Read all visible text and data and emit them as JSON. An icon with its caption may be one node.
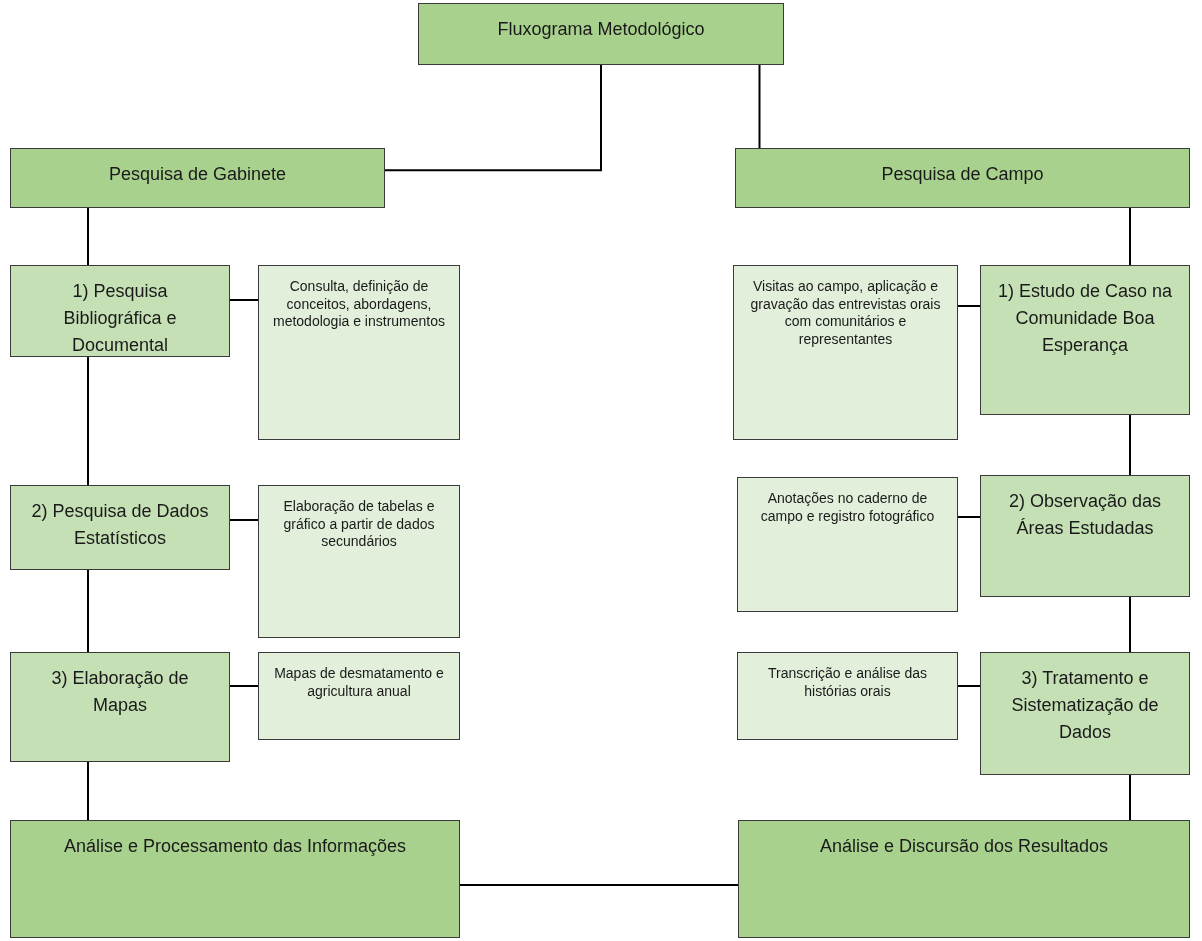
{
  "diagram": {
    "nodes": [
      {
        "text": [
          "Fluxograma Metodológico"
        ]
      },
      {
        "text": [
          "Pesquisa de Gabinete"
        ]
      },
      {
        "text": [
          "Pesquisa de Campo"
        ]
      },
      {
        "text": [
          "1) Pesquisa Bibliográfica e Documental"
        ]
      },
      {
        "text": [
          "Consulta, definição de conceitos, abordagens, metodologia e instrumentos"
        ]
      },
      {
        "text": [
          "Visitas ao campo, aplicação e gravação das entrevistas orais com comunitários e representantes"
        ]
      },
      {
        "text": [
          "1) Estudo de Caso na Comunidade Boa Esperança"
        ]
      },
      {
        "text": [
          "2) Pesquisa de Dados Estatísticos"
        ]
      },
      {
        "text": [
          "Elaboração de tabelas e gráfico a partir de dados secundários"
        ]
      },
      {
        "text": [
          "Anotações no caderno de campo e registro fotográfico"
        ]
      },
      {
        "text": [
          "2) Observação das Áreas Estudadas"
        ]
      },
      {
        "text": [
          "3) Elaboração de Mapas"
        ]
      },
      {
        "text": [
          "Mapas de desmatamento e agricultura anual"
        ]
      },
      {
        "text": [
          "Transcrição e análise das histórias orais"
        ]
      },
      {
        "text": [
          "3) Tratamento e Sistematização de Dados"
        ]
      },
      {
        "text": [
          "Análise e Processamento das Informações"
        ]
      },
      {
        "text": [
          "Análise e Discursão dos Resultados"
        ]
      }
    ],
    "edges": [
      {
        "from": 0,
        "to": 1,
        "arrow": "none"
      },
      {
        "from": 0,
        "to": 2,
        "arrow": "none"
      },
      {
        "from": 1,
        "to": 3,
        "arrow": "none"
      },
      {
        "from": 3,
        "to": 4,
        "arrow": "none"
      },
      {
        "from": 3,
        "to": 7,
        "arrow": "none"
      },
      {
        "from": 7,
        "to": 8,
        "arrow": "none"
      },
      {
        "from": 7,
        "to": 11,
        "arrow": "none"
      },
      {
        "from": 11,
        "to": 12,
        "arrow": "none"
      },
      {
        "from": 11,
        "to": 15,
        "arrow": "none"
      },
      {
        "from": 2,
        "to": 6,
        "arrow": "none"
      },
      {
        "from": 6,
        "to": 5,
        "arrow": "none"
      },
      {
        "from": 6,
        "to": 10,
        "arrow": "none"
      },
      {
        "from": 10,
        "to": 9,
        "arrow": "none"
      },
      {
        "from": 10,
        "to": 14,
        "arrow": "none"
      },
      {
        "from": 14,
        "to": 13,
        "arrow": "none"
      },
      {
        "from": 14,
        "to": 16,
        "arrow": "none"
      },
      {
        "from": 15,
        "to": 16,
        "arrow": "none"
      }
    ]
  }
}
